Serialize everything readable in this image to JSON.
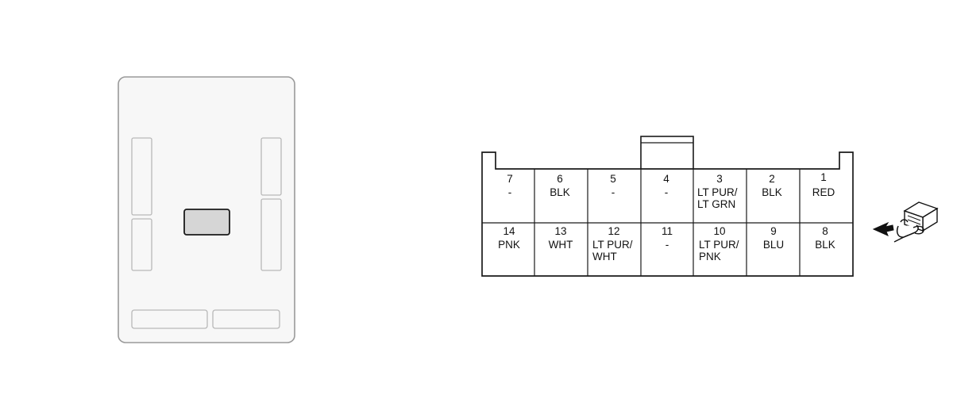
{
  "connector": {
    "top_row": [
      {
        "pin": "7",
        "color_lines": [
          "-"
        ]
      },
      {
        "pin": "6",
        "color_lines": [
          "BLK"
        ]
      },
      {
        "pin": "5",
        "color_lines": [
          "-"
        ]
      },
      {
        "pin": "4",
        "color_lines": [
          "-"
        ]
      },
      {
        "pin": "3",
        "color_lines": [
          "LT PUR/",
          "LT GRN"
        ]
      },
      {
        "pin": "2",
        "color_lines": [
          "BLK"
        ]
      },
      {
        "pin": "1",
        "color_lines": [
          "RED"
        ]
      }
    ],
    "bottom_row": [
      {
        "pin": "14",
        "color_lines": [
          "PNK"
        ]
      },
      {
        "pin": "13",
        "color_lines": [
          "WHT"
        ]
      },
      {
        "pin": "12",
        "color_lines": [
          "LT PUR/",
          "WHT"
        ]
      },
      {
        "pin": "11",
        "color_lines": [
          "-"
        ]
      },
      {
        "pin": "10",
        "color_lines": [
          "LT PUR/",
          "PNK"
        ]
      },
      {
        "pin": "9",
        "color_lines": [
          "BLU"
        ]
      },
      {
        "pin": "8",
        "color_lines": [
          "BLK"
        ]
      }
    ]
  },
  "colors": {
    "line": "#1a1a1a",
    "faint_line": "#b8b8b8",
    "component_fill": "#f7f7f7",
    "highlight_fill": "#d6d6d6"
  },
  "icons": {
    "view_indicator": "hand-pointing-connector-icon"
  }
}
